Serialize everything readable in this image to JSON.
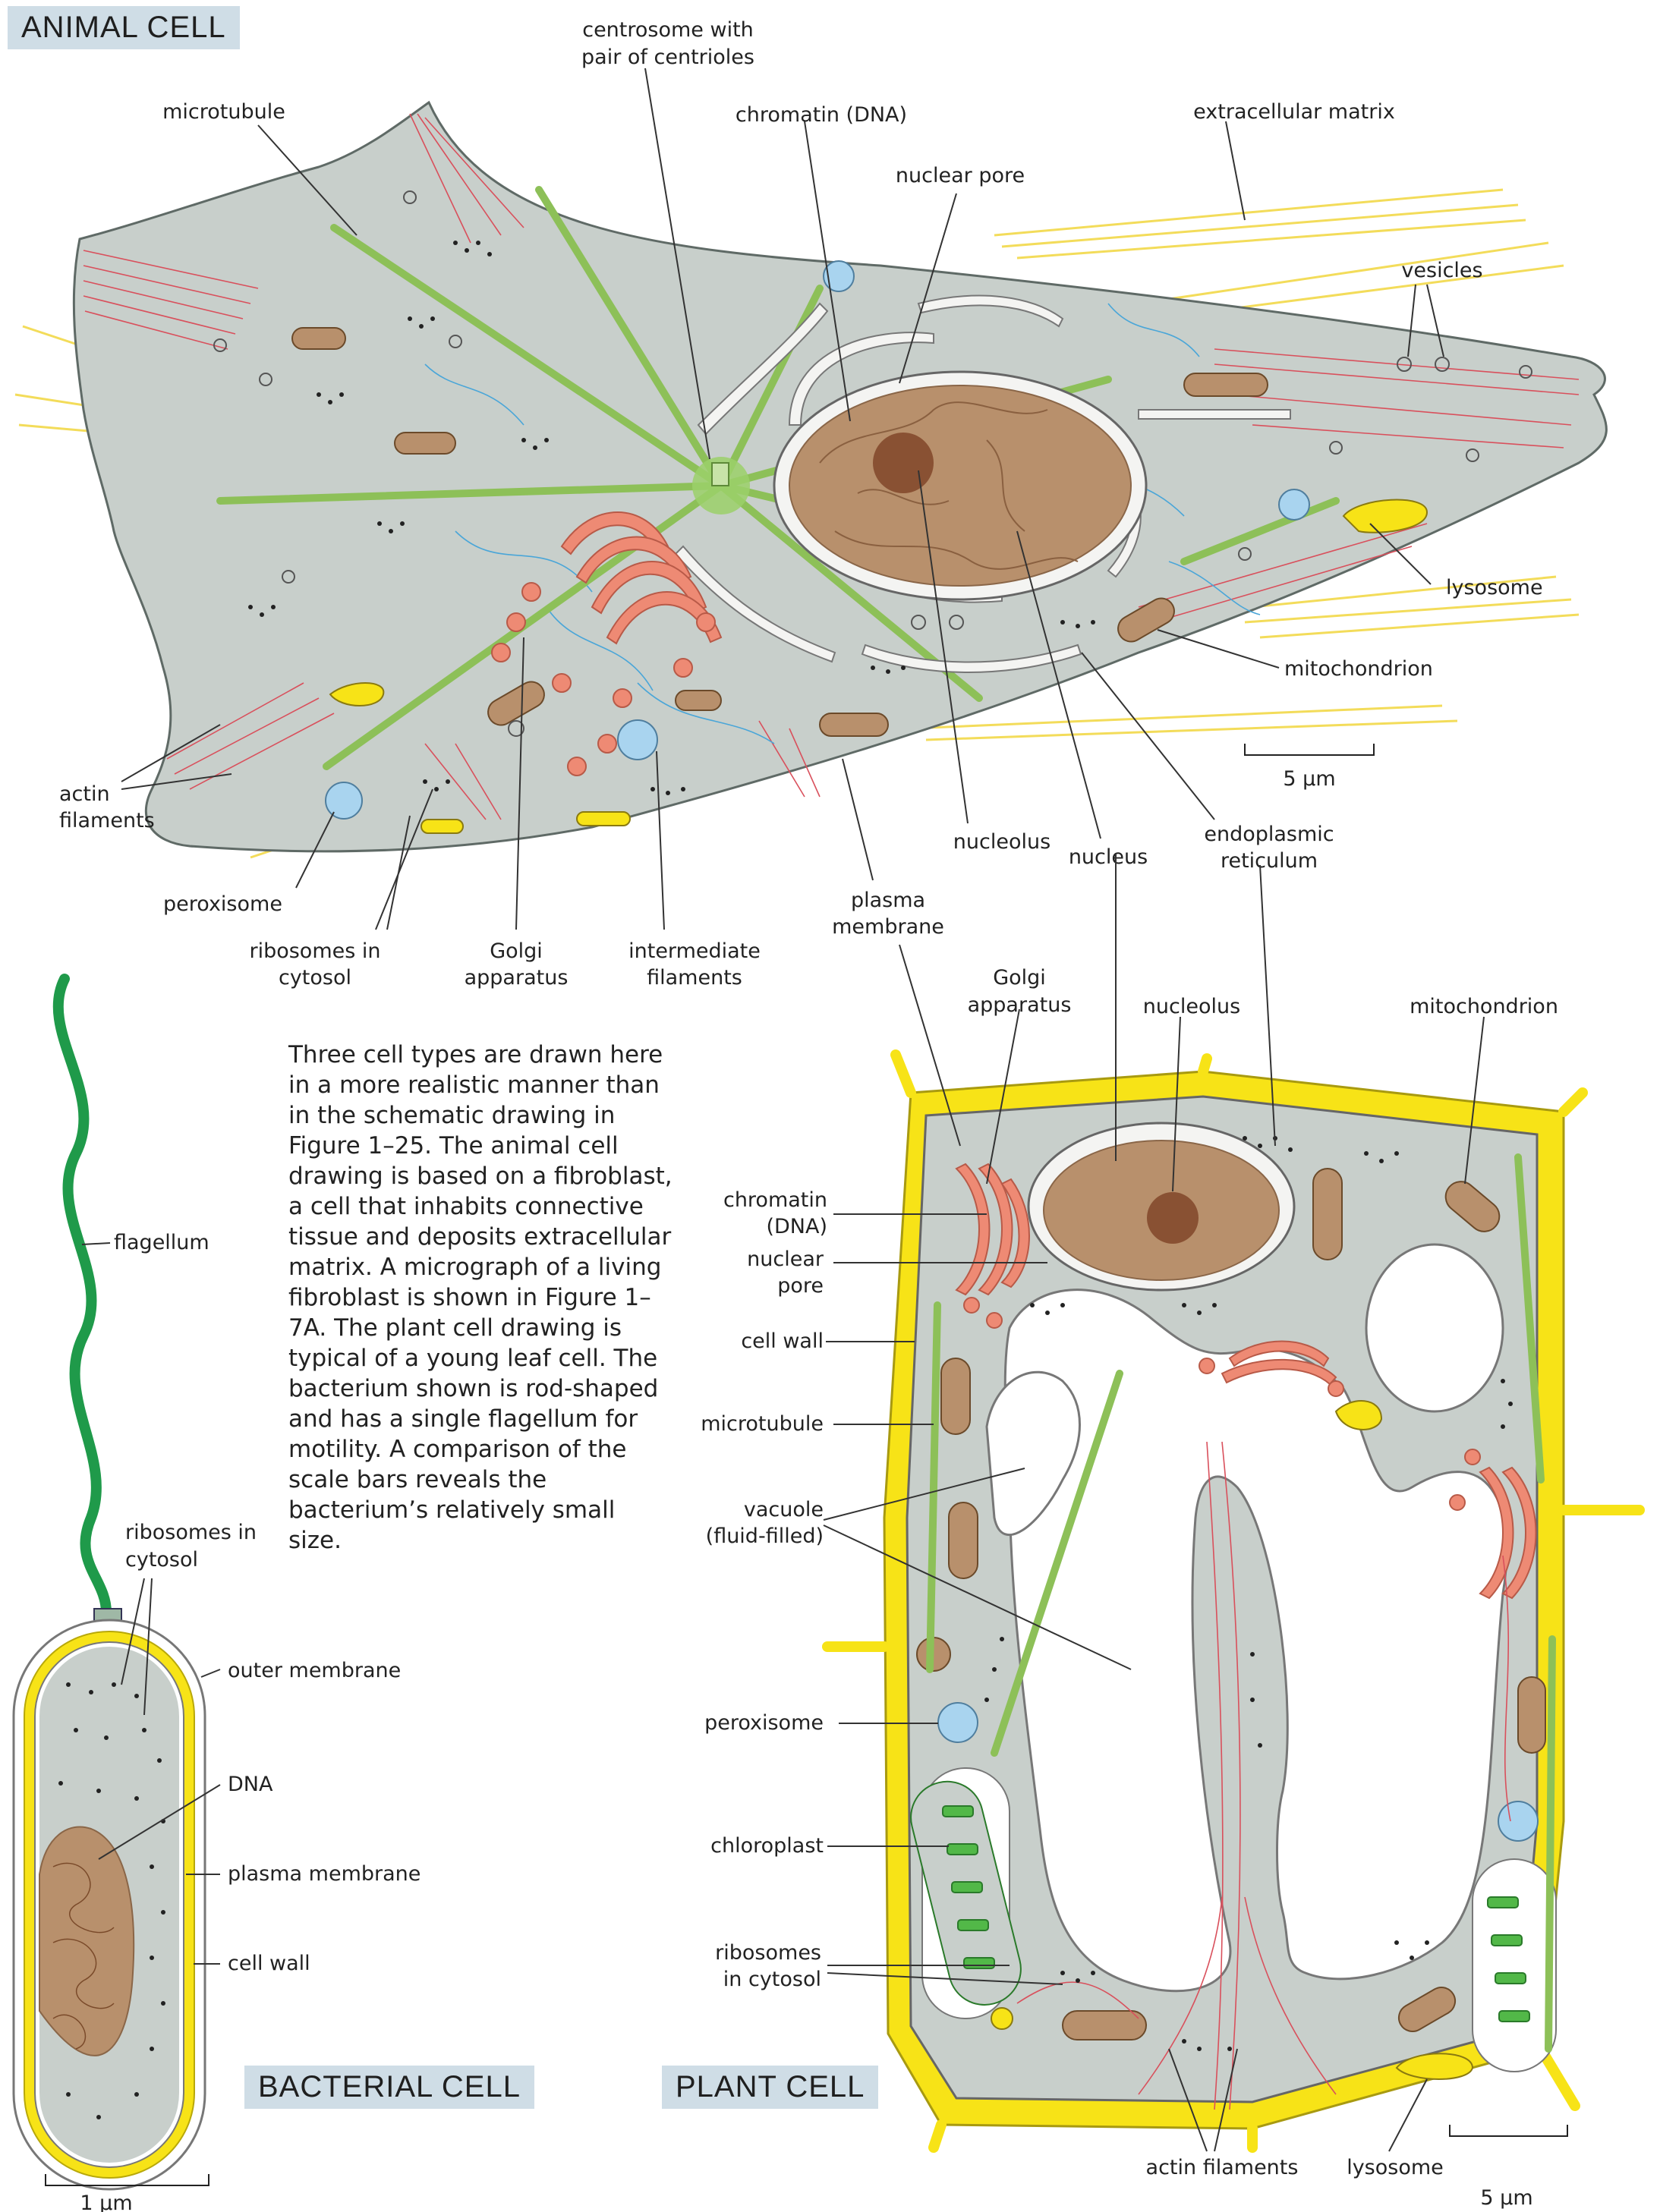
{
  "panels": {
    "animal": "ANIMAL CELL",
    "bacterial": "BACTERIAL CELL",
    "plant": "PLANT CELL"
  },
  "caption": "Three cell types are drawn here in a more realistic manner than in the schematic drawing in Figure 1–25. The animal cell drawing is based on a fibroblast, a cell that inhabits connective tissue and deposits extracellular matrix. A micrograph of a living fibroblast is shown in Figure 1–7A. The plant cell drawing is typical of a young leaf cell. The bacterium shown is rod-shaped and has a single flagellum for motility. A comparison of the scale bars reveals the bacterium’s relatively small size.",
  "animal_labels": {
    "centrosome_1": "centrosome with",
    "centrosome_2": "pair of centrioles",
    "microtubule": "microtubule",
    "chromatin": "chromatin (DNA)",
    "nuclear_pore": "nuclear pore",
    "extracellular_matrix": "extracellular matrix",
    "vesicles": "vesicles",
    "lysosome": "lysosome",
    "mitochondrion": "mitochondrion",
    "scale": "5 µm",
    "actin_1": "actin",
    "actin_2": "filaments",
    "peroxisome": "peroxisome",
    "ribosomes_1": "ribosomes in",
    "ribosomes_2": "cytosol",
    "golgi_1": "Golgi",
    "golgi_2": "apparatus",
    "intermediate_1": "intermediate",
    "intermediate_2": "filaments",
    "plasma_1": "plasma",
    "plasma_2": "membrane",
    "nucleolus": "nucleolus",
    "nucleus": "nucleus",
    "er_1": "endoplasmic",
    "er_2": "reticulum"
  },
  "bacterial_labels": {
    "flagellum": "flagellum",
    "ribosomes_1": "ribosomes in",
    "ribosomes_2": "cytosol",
    "outer_membrane": "outer membrane",
    "dna": "DNA",
    "plasma_membrane": "plasma membrane",
    "cell_wall": "cell wall",
    "scale": "1 µm"
  },
  "plant_labels": {
    "golgi_1": "Golgi",
    "golgi_2": "apparatus",
    "nucleolus": "nucleolus",
    "mitochondrion": "mitochondrion",
    "chromatin_1": "chromatin",
    "chromatin_2": "(DNA)",
    "pore_1": "nuclear",
    "pore_2": "pore",
    "cell_wall": "cell wall",
    "microtubule": "microtubule",
    "vacuole_1": "vacuole",
    "vacuole_2": "(fluid-filled)",
    "peroxisome": "peroxisome",
    "chloroplast": "chloroplast",
    "ribosomes_1": "ribosomes",
    "ribosomes_2": "in cytosol",
    "actin": "actin filaments",
    "lysosome": "lysosome",
    "scale": "5 µm"
  },
  "colors": {
    "cytoplasm": "#c8cfcb",
    "nucleus": "#b8906c",
    "golgi": "#ee8a74",
    "microtubule": "#8dc058",
    "ecm": "#f3dc5a",
    "cell_wall": "#f7e317",
    "flagellum": "#1f9a4a",
    "chloroplast": "#52b848",
    "actin": "#d9505c",
    "peroxisome": "#a9d4ef"
  }
}
